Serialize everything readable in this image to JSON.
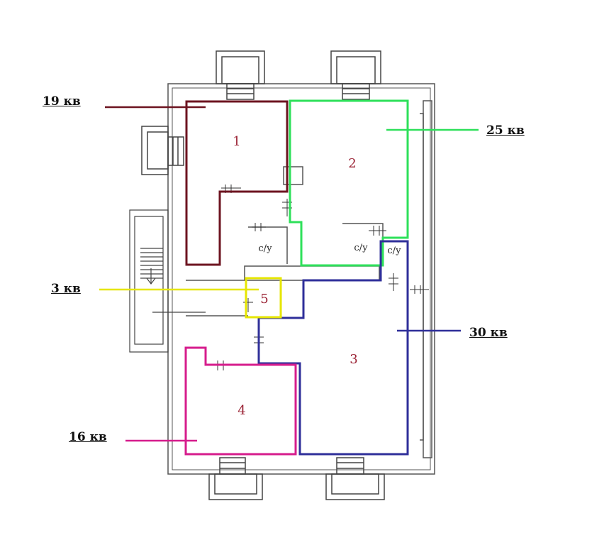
{
  "rooms": [
    {
      "number": "1",
      "color": "#6d1420"
    },
    {
      "number": "2",
      "color": "#2ee05a"
    },
    {
      "number": "3",
      "color": "#2f2f9a"
    },
    {
      "number": "4",
      "color": "#d61c8c"
    },
    {
      "number": "5",
      "color": "#e6e600"
    }
  ],
  "bathrooms": [
    {
      "label": "с/у"
    },
    {
      "label": "с/у"
    },
    {
      "label": "с/у"
    }
  ],
  "legend": [
    {
      "label": "19 кв",
      "room": "1",
      "color": "#6d1420"
    },
    {
      "label": "25 кв",
      "room": "2",
      "color": "#2ee05a"
    },
    {
      "label": "3 кв",
      "room": "5",
      "color": "#e6e600"
    },
    {
      "label": "30 кв",
      "room": "3",
      "color": "#2f2f9a"
    },
    {
      "label": "16 кв",
      "room": "4",
      "color": "#d61c8c"
    }
  ]
}
